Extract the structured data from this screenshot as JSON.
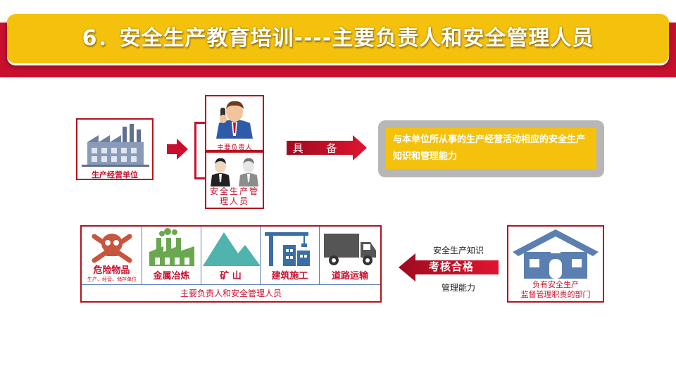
{
  "header": {
    "title": "6．安全生产教育培训----主要负责人和安全管理人员"
  },
  "left_flow": {
    "enterprise_label": "生产经营单位",
    "principal_label": "主要负责人",
    "staff_label": "安全生产管理人员",
    "requirement_label": "具 备",
    "requirement_text": "与本单位所从事的生产经营活动相应的安全生产知识和管理能力"
  },
  "industries": {
    "items": [
      {
        "label": "危险物品",
        "sublabel": "生产、经营、储存单位",
        "icon": "skull-crossbones-icon"
      },
      {
        "label": "金属冶炼",
        "icon": "factory-icon"
      },
      {
        "label": "矿 山",
        "icon": "mountain-icon"
      },
      {
        "label": "建筑施工",
        "icon": "crane-building-icon"
      },
      {
        "label": "道路运输",
        "icon": "truck-icon"
      }
    ],
    "footer_label": "主要负责人和安全管理人员"
  },
  "assessment": {
    "top_text": "安全生产知识",
    "main_text": "考核合格",
    "bottom_text": "管理能力"
  },
  "department": {
    "label_line1": "负有安全生产",
    "label_line2": "监督管理职责的部门",
    "icon": "house-icon"
  },
  "colors": {
    "brand_red": "#c8102e",
    "brand_yellow": "#f4c20d",
    "icon_blue": "#5b7fb0",
    "gray": "#b7b7b7"
  }
}
